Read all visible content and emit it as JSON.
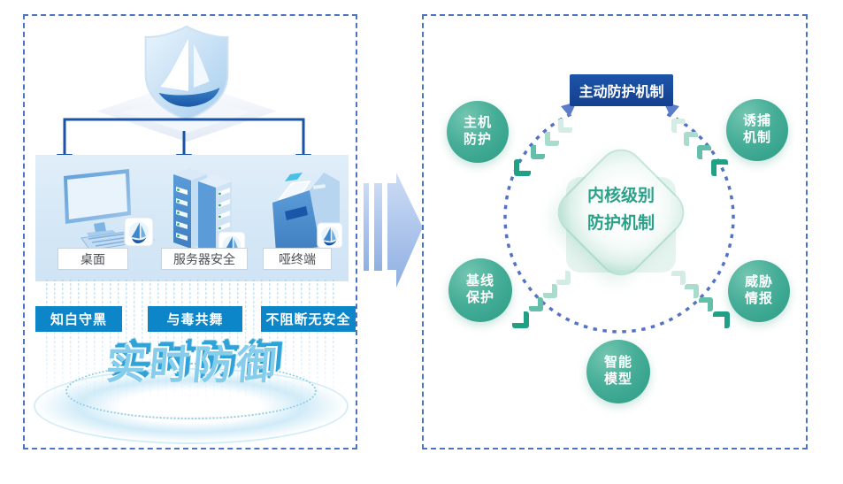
{
  "diagram_title": "endpoint security real-time defense to kernel-level protection",
  "left_panel": {
    "logo_icon": "shield-sailboat-icon",
    "device_labels": [
      "桌面",
      "服务器安全",
      "哑终端"
    ],
    "device_icons": [
      "desktop-icon",
      "server-icon",
      "dumb-terminal-icon"
    ],
    "slogans": [
      "知白守黑",
      "与毒共舞",
      "不阻断无安全"
    ],
    "headline": "实时防御"
  },
  "transition": {
    "icon": "fast-forward-arrow-icon",
    "direction": "right"
  },
  "right_panel": {
    "top_label": "主动防护机制",
    "core_label_line1": "内核级别",
    "core_label_line2": "防护机制",
    "nodes": [
      {
        "id": "host",
        "line1": "主机",
        "line2": "防护"
      },
      {
        "id": "trap",
        "line1": "诱捕",
        "line2": "机制"
      },
      {
        "id": "baseline",
        "line1": "基线",
        "line2": "保护"
      },
      {
        "id": "threat",
        "line1": "威胁",
        "line2": "情报"
      },
      {
        "id": "model",
        "line1": "智能",
        "line2": "模型"
      }
    ]
  },
  "colors": {
    "panel_border": "#4d74c4",
    "flow_arrow_blue": "#1a53a5",
    "slogan_banner_blue": "#0d86c9",
    "active_box_blue": "#17499c",
    "ring_dash_blue": "#5473c5",
    "node_teal": "#2f9f8a",
    "core_text_green": "#2aa189",
    "band_light_blue": "#d6e8f6",
    "headline_blue": "#86cdec",
    "mid_arrow_periwinkle": "#9bb6e6"
  }
}
